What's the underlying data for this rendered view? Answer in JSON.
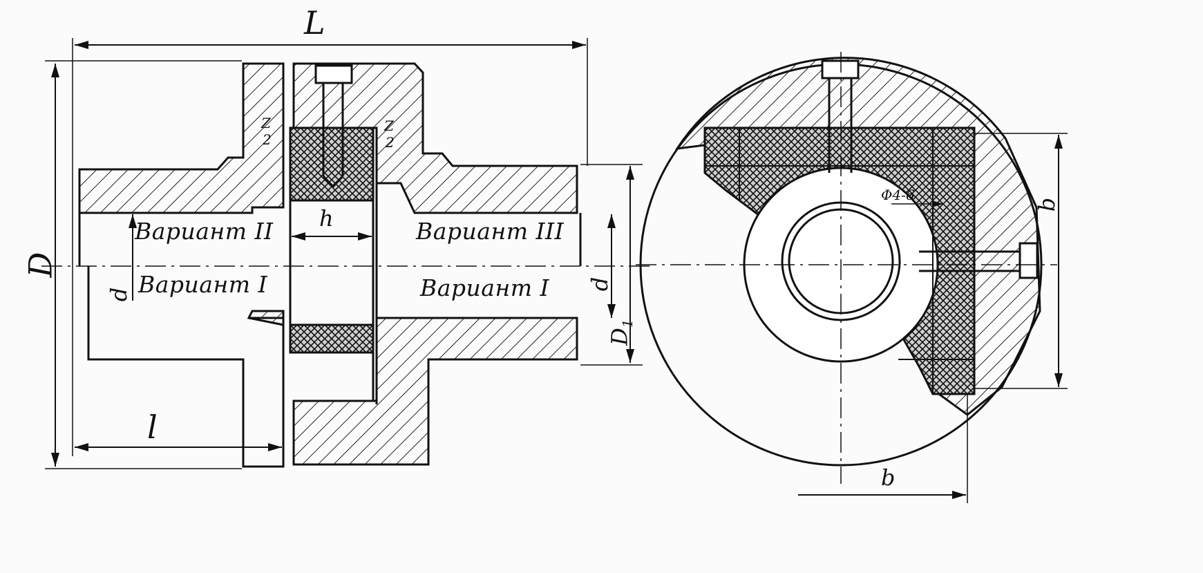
{
  "labels": {
    "L": "L",
    "D": "D",
    "D1": "D",
    "D1_sub": "1",
    "d_left": "d",
    "d_right": "d",
    "h": "h",
    "l": "l",
    "b_bottom": "b",
    "b_right": "b",
    "z_left_top": "Z",
    "z_left_bottom": "2",
    "z_right_top": "Z",
    "z_right_bottom": "2",
    "phi": "Φ4-6",
    "variant_2": "Вариант II",
    "variant_3": "Вариант III",
    "variant_1_left": "Вариант I",
    "variant_1_right": "Вариант I"
  }
}
